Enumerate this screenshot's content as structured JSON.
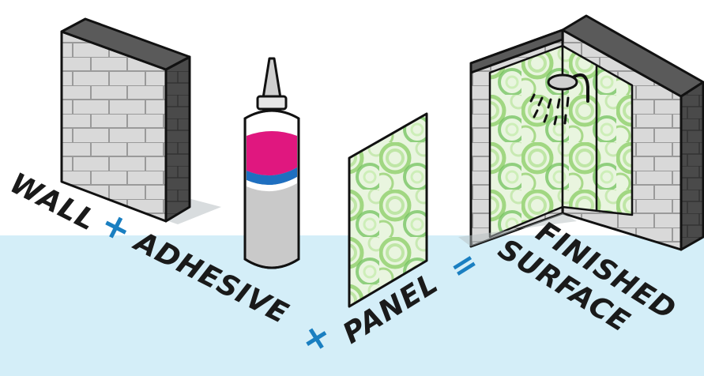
{
  "equation": {
    "term1": "WALL",
    "op1": "+",
    "term2": "ADHESIVE",
    "op2": "+",
    "term3": "PANEL",
    "op3": "=",
    "result_line1": "FINISHED",
    "result_line2": "SURFACE"
  },
  "colors": {
    "ink": "#1a1a1a",
    "operator": "#1a7fc1",
    "floor": "#d4eef8",
    "brick": "#d9d9d9",
    "brick_side": "#4a4a4a",
    "magenta": "#e0177f",
    "blue_band": "#1f6fc0",
    "panel_green": "#a8d98a"
  },
  "icons": [
    "brick-wall-icon",
    "adhesive-tube-icon",
    "wall-panel-icon",
    "shower-enclosure-icon",
    "shower-head-icon"
  ]
}
